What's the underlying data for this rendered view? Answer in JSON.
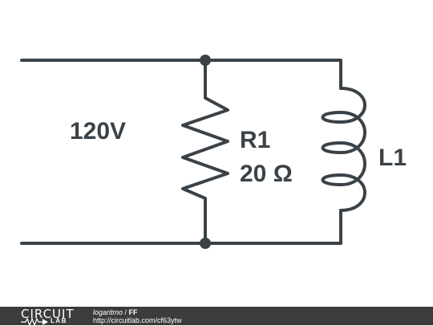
{
  "diagram": {
    "source_label": "120V",
    "resistor": {
      "name": "R1",
      "value": "20 Ω"
    },
    "inductor": {
      "name": "L1"
    }
  },
  "footer": {
    "logo_top": "CIRCUIT",
    "logo_bottom": "LAB",
    "author": "logaritmo",
    "separator": " / ",
    "title": "FF",
    "url": "http://circuitlab.com/cf63ytw"
  },
  "colors": {
    "wire": "#3a4248",
    "footer_bg": "#3c3c3c"
  }
}
